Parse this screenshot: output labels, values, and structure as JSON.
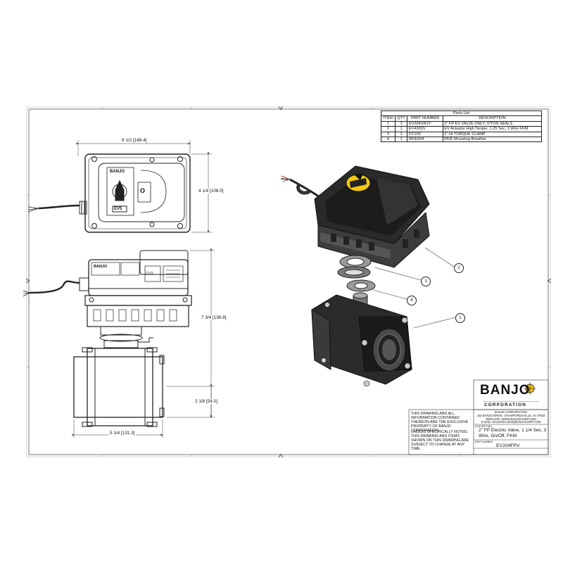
{
  "parts_list": {
    "title": "Parts List",
    "headers": [
      "ITEM",
      "QTY",
      "PART NUMBER",
      "DESCRIPTION"
    ],
    "rows": [
      [
        "1",
        "1",
        "EV204XR1V",
        "2\" FP EV VALVE ONLY, VITON SEALS"
      ],
      [
        "2",
        "1",
        "EV4300V",
        "EV Actuator High Torque, 1.25 Sec, 3 Wire FKM"
      ],
      [
        "3",
        "1",
        "FC100",
        "1\" HI TORQUE CLAMP"
      ],
      [
        "4",
        "1",
        "MVE004",
        "MVE Mounting Breather"
      ]
    ]
  },
  "dimensions": {
    "top_width": "6 1/2 [166.4]",
    "top_height": "4 1/4 [108.0]",
    "side_height": "7 3/4 [199.8]",
    "valve_height": "2 1/8 [54.0]",
    "valve_width": "5 1/4 [131.3]"
  },
  "balloons": [
    "2",
    "3",
    "4",
    "1"
  ],
  "title_block": {
    "logo_text": "BANJO",
    "logo_sub": "CORPORATION",
    "company_name": "BANJO CORPORATION",
    "company_address": "150 BANJO DRIVE, CRAWFORDSVILLE, IN 47933",
    "company_web": "WEB SITE: WWW.BANJOCORP.COM",
    "company_email": "E-MAIL: BANJOSALES@BANJOCORP.COM",
    "notice_1": "THIS DRAWING AND ALL INFORMATION CONTAINED THEREON ARE THE EXCLUSIVE PROPERTY OF BANJO CORPORATION.",
    "notice_2": "UNLESS SPECIFICALLY NOTED, THIS DRAWING AND ITEMS SHOWN ON THIS DRAWING ARE SUBJECT TO CHANGE AT ANY TIME.",
    "description_label": "DESCRIPTION",
    "description": "2\" FP Electric Valve, 1 1/4 Sec, 3 Wire, On/Off, FKM",
    "part_number_label": "PART NUMBER",
    "part_number": "EV204FPV"
  },
  "actuator_labels": {
    "panel_banjo": "BANJO",
    "panel_o": "O",
    "badge": "EV5",
    "window": "CLO"
  }
}
